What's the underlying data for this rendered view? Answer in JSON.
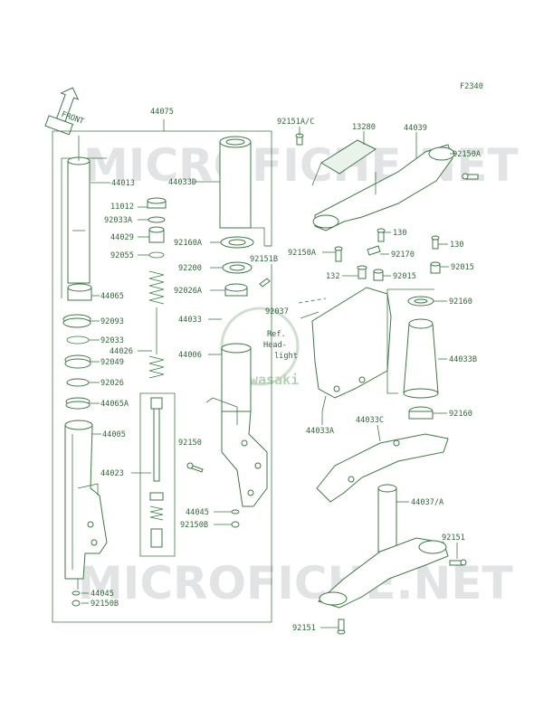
{
  "diagram": {
    "figure_code": "F2340",
    "front_arrow_label": "FRONT",
    "ref_note": [
      "Ref.",
      "Head-",
      "light"
    ],
    "watermark": "MICROFICHE.NET",
    "logo_text": "Kawasaki",
    "colors": {
      "line": "#3c7a42",
      "text": "#2f6b35",
      "watermark": "#c9cdd0"
    },
    "parts": [
      {
        "id": "p44075",
        "label": "44075"
      },
      {
        "id": "p44013",
        "label": "44013"
      },
      {
        "id": "p44033D",
        "label": "44033D"
      },
      {
        "id": "p11012",
        "label": "11012"
      },
      {
        "id": "p92033A",
        "label": "92033A"
      },
      {
        "id": "p44029",
        "label": "44029"
      },
      {
        "id": "p92055",
        "label": "92055"
      },
      {
        "id": "p44065",
        "label": "44065"
      },
      {
        "id": "p92093",
        "label": "92093"
      },
      {
        "id": "p92033",
        "label": "92033"
      },
      {
        "id": "p44026",
        "label": "44026"
      },
      {
        "id": "p92049",
        "label": "92049"
      },
      {
        "id": "p92026",
        "label": "92026"
      },
      {
        "id": "p44065A",
        "label": "44065A"
      },
      {
        "id": "p44005",
        "label": "44005"
      },
      {
        "id": "p44023",
        "label": "44023"
      },
      {
        "id": "p44045a",
        "label": "44045"
      },
      {
        "id": "p92150Ba",
        "label": "92150B"
      },
      {
        "id": "p92160A",
        "label": "92160A"
      },
      {
        "id": "p92200",
        "label": "92200"
      },
      {
        "id": "p92151B",
        "label": "92151B"
      },
      {
        "id": "p92026A",
        "label": "92026A"
      },
      {
        "id": "p44033",
        "label": "44033"
      },
      {
        "id": "p44006",
        "label": "44006"
      },
      {
        "id": "p92150",
        "label": "92150"
      },
      {
        "id": "p44045b",
        "label": "44045"
      },
      {
        "id": "p92150Bb",
        "label": "92150B"
      },
      {
        "id": "p92151AC",
        "label": "92151A/C"
      },
      {
        "id": "p13280",
        "label": "13280"
      },
      {
        "id": "p44039",
        "label": "44039"
      },
      {
        "id": "p92150A1",
        "label": "92150A"
      },
      {
        "id": "p92150A2",
        "label": "92150A"
      },
      {
        "id": "p130a",
        "label": "130"
      },
      {
        "id": "p130b",
        "label": "130"
      },
      {
        "id": "p92170",
        "label": "92170"
      },
      {
        "id": "p132",
        "label": "132"
      },
      {
        "id": "p92015a",
        "label": "92015"
      },
      {
        "id": "p92015b",
        "label": "92015"
      },
      {
        "id": "p92037",
        "label": "92037"
      },
      {
        "id": "p92160a",
        "label": "92160"
      },
      {
        "id": "p44033B",
        "label": "44033B"
      },
      {
        "id": "p92160b",
        "label": "92160"
      },
      {
        "id": "p44033A",
        "label": "44033A"
      },
      {
        "id": "p44033C",
        "label": "44033C"
      },
      {
        "id": "p44037A",
        "label": "44037/A"
      },
      {
        "id": "p92151a",
        "label": "92151"
      },
      {
        "id": "p92151b",
        "label": "92151"
      }
    ]
  }
}
